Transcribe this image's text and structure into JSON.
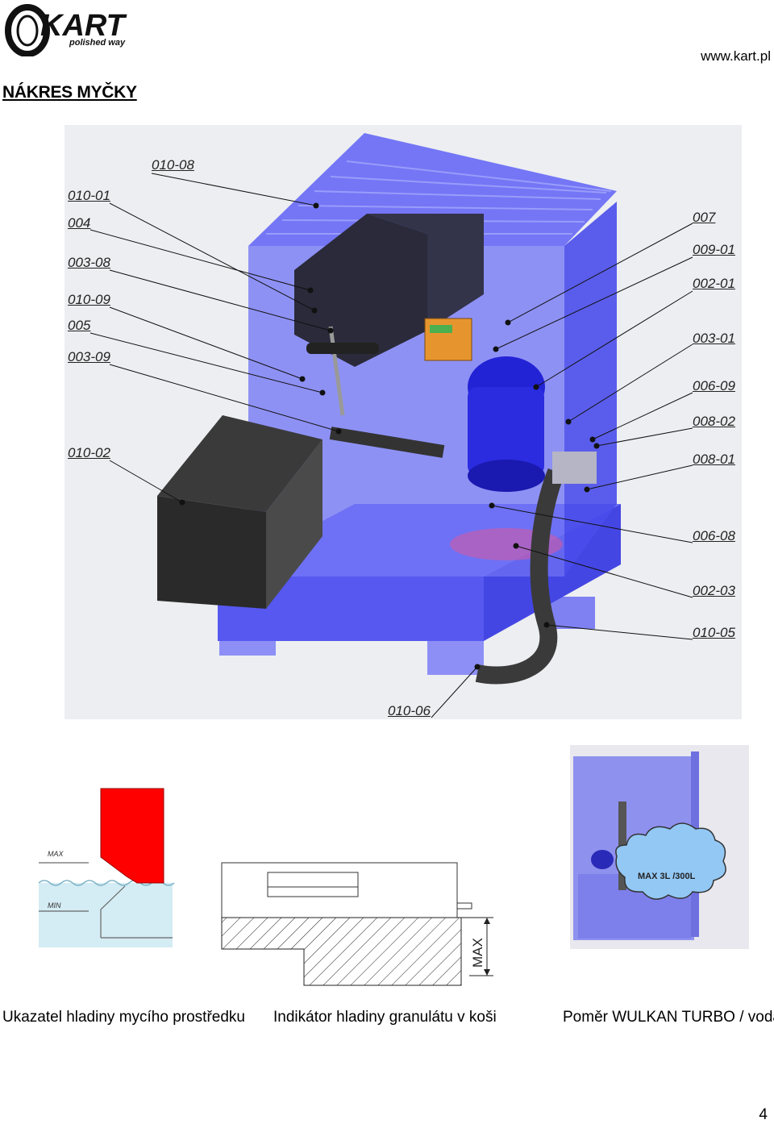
{
  "header": {
    "logo_text": "KART",
    "logo_subtext": "polished way",
    "website": "www.kart.pl"
  },
  "page_title": "NÁKRES MYČKY",
  "drawing": {
    "part_labels": {
      "p010_08": "010-08",
      "p010_01": "010-01",
      "p004": "004",
      "p003_08": "003-08",
      "p010_09": "010-09",
      "p005": "005",
      "p003_09": "003-09",
      "p010_02": "010-02",
      "p007": "007",
      "p009_01": "009-01",
      "p002_01": "002-01",
      "p003_01": "003-01",
      "p006_09": "006-09",
      "p008_02": "008-02",
      "p008_01": "008-01",
      "p006_08": "006-08",
      "p002_03": "002-03",
      "p010_05": "010-05",
      "p010_06": "010-06"
    }
  },
  "level_indicator": {
    "max_label": "MAX",
    "min_label": "MIN",
    "caption": "Ukazatel hladiny mycího prostředku"
  },
  "granulate_indicator": {
    "max_label": "MAX",
    "caption": "Indikátor hladiny granulátu v koši"
  },
  "ratio": {
    "cloud_text": "MAX 3L /300L",
    "caption": "Poměr WULKAN TURBO / voda"
  },
  "page_number": "4",
  "colors": {
    "machine_blue": "#4a4cf0",
    "indicator_red": "#ff0000",
    "water": "#d4ecf4",
    "cloud_blue": "#93c8f5"
  }
}
